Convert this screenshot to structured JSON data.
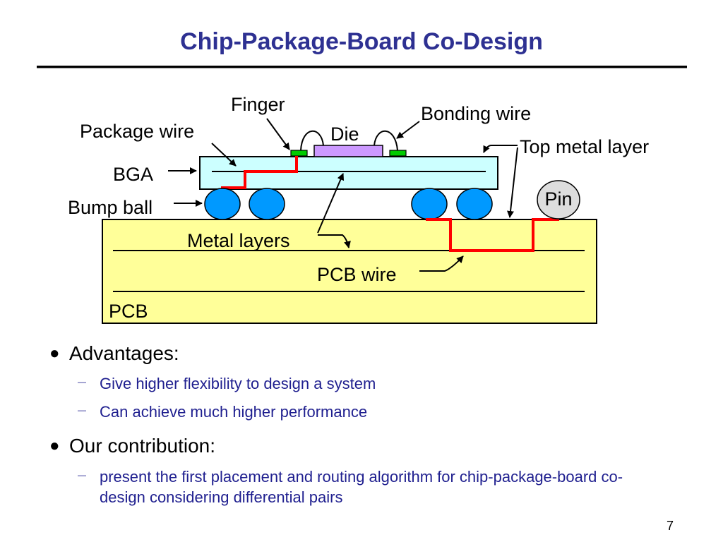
{
  "slide": {
    "title": "Chip-Package-Board Co-Design",
    "page_number": "7"
  },
  "diagram": {
    "labels": {
      "finger": "Finger",
      "bonding_wire": "Bonding wire",
      "package_wire": "Package wire",
      "die": "Die",
      "top_metal_layer": "Top metal layer",
      "bga": "BGA",
      "pin": "Pin",
      "bump_ball": "Bump ball",
      "metal_layers": "Metal layers",
      "pcb_wire": "PCB wire",
      "pcb": "PCB"
    },
    "colors": {
      "package_fill": "#ccffff",
      "die_fill": "#cc99ff",
      "finger_fill": "#00cc00",
      "bump_ball_fill": "#0099ff",
      "pcb_fill": "#ffff99",
      "pin_fill": "#dddddd",
      "wire_red": "#ff0000"
    }
  },
  "bullets": [
    {
      "text": "Advantages:",
      "subitems": [
        {
          "text": "Give higher flexibility to design a system"
        },
        {
          "text": "Can achieve much higher performance"
        }
      ]
    },
    {
      "text": "Our contribution:",
      "subitems": [
        {
          "text": "present the first placement and routing algorithm for chip-package-board co-design considering differential pairs"
        }
      ]
    }
  ]
}
